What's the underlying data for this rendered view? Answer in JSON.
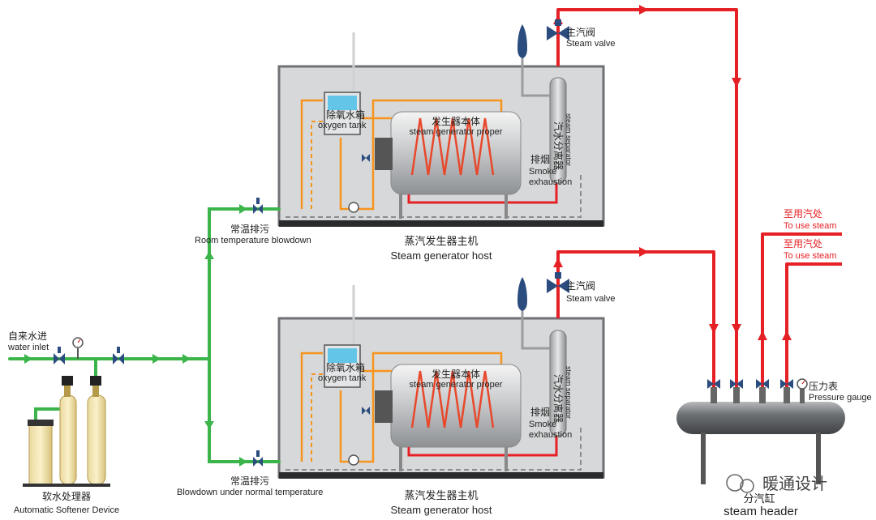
{
  "labels": {
    "water_inlet_cn": "自来水进",
    "water_inlet_en": "water inlet",
    "softener_cn": "软水处理器",
    "softener_en": "Automatic Softener Device",
    "blowdown_cn": "常温排污",
    "blowdown_top_en": "Room temperature blowdown",
    "blowdown_bottom_en": "Blowdown under normal temperature",
    "host_cn": "蒸汽发生器主机",
    "host_en": "Steam generator host",
    "main_valve_cn": "主汽阀",
    "main_valve_en": "Steam valve",
    "oxygen_tank_cn": "除氧水箱",
    "oxygen_tank_en": "oxygen tank",
    "generator_body_cn": "发生器本体",
    "generator_body_en": "steam generator proper",
    "separator_cn": "汽水分离器",
    "separator_en": "steam separator",
    "smoke_cn": "排烟",
    "smoke_en_1": "Smoke",
    "smoke_en_2": "exhaustion",
    "use_steam_cn": "至用汽处",
    "use_steam_en": "To use steam",
    "pressure_gauge_cn": "压力表",
    "pressure_gauge_en": "Pressure gauge",
    "header_cn": "分汽缸",
    "header_en": "steam header",
    "watermark": "暖通设计"
  },
  "colors": {
    "water_pipe": "#3bb54a",
    "steam_pipe": "#e52126",
    "feed_pipe": "#f7941d",
    "frame": "#7d7f82",
    "valve": "#2b4c7e",
    "tank": "#d9dbdc"
  }
}
